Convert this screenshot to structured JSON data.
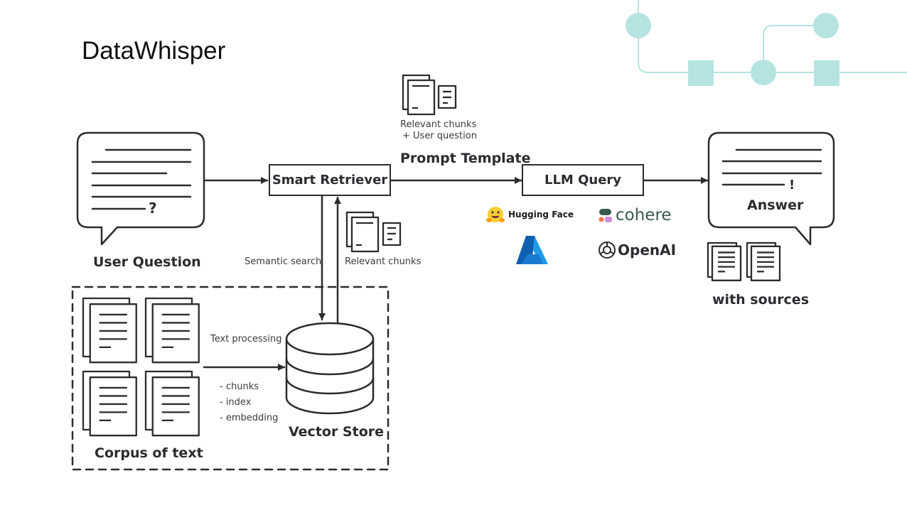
{
  "title": "DataWhisper",
  "nodes": {
    "user_question": "User Question",
    "smart_retriever": "Smart Retriever",
    "llm_query": "LLM Query",
    "answer": "Answer",
    "with_sources": "with sources",
    "corpus": "Corpus of text",
    "vector_store": "Vector Store",
    "prompt_template": "Prompt Template"
  },
  "edge_labels": {
    "relevant_chunks_user_q_1": "Relevant chunks",
    "relevant_chunks_user_q_2": "+ User question",
    "semantic_search": "Semantic search",
    "relevant_chunks": "Relevant chunks",
    "text_processing": "Text processing",
    "steps": [
      "- chunks",
      "- index",
      "- embedding"
    ]
  },
  "providers": [
    {
      "name": "Hugging Face",
      "icon": "hugging-face-icon"
    },
    {
      "name": "cohere",
      "icon": "cohere-icon"
    },
    {
      "name": "Azure",
      "icon": "azure-icon"
    },
    {
      "name": "OpenAI",
      "icon": "openai-icon"
    }
  ],
  "colors": {
    "stroke": "#2b2b30",
    "decor_teal": "#b5e4e0",
    "hf_yellow": "#ffcc33",
    "azure_blue": "#1f7fd0",
    "cohere_green": "#39594d",
    "cohere_pink": "#ff7759",
    "cohere_purple": "#d18ee2"
  }
}
